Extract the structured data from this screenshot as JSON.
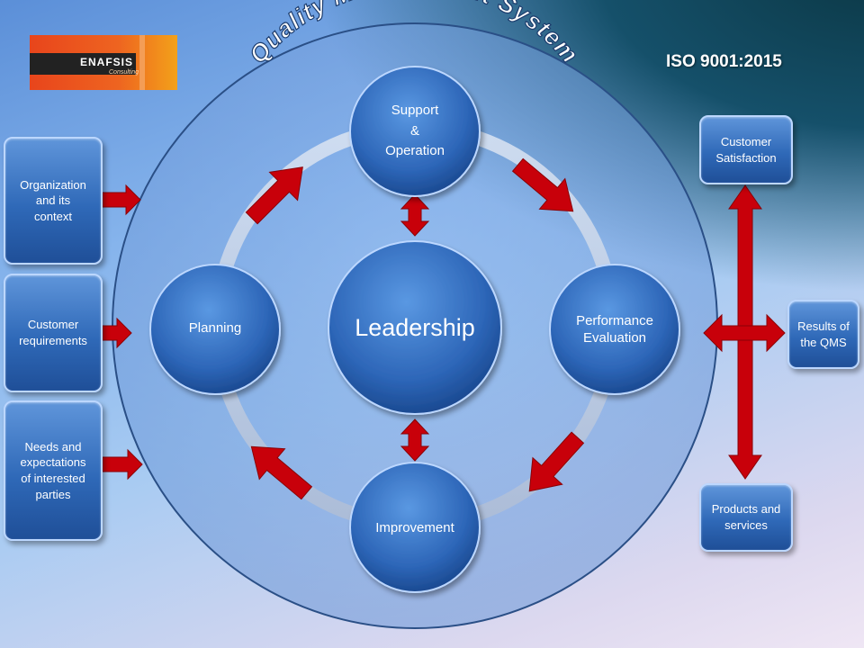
{
  "logo": {
    "name": "ENAFSIS",
    "sub": "Consulting"
  },
  "standard": "ISO 9001:2015",
  "title": "Quality Management System",
  "center": "Leadership",
  "cycle": {
    "support": [
      "Support",
      "&",
      "Operation"
    ],
    "performance": [
      "Performance",
      "Evaluation"
    ],
    "improvement": [
      "Improvement"
    ],
    "planning": [
      "Planning"
    ]
  },
  "inputs": [
    [
      "Organization",
      "and its",
      "context"
    ],
    [
      "Customer",
      "requirements"
    ],
    [
      "Needs and",
      "expectations",
      "of interested",
      "parties"
    ]
  ],
  "outputs": {
    "satisfaction": [
      "Customer",
      "Satisfaction"
    ],
    "results": [
      "Results of",
      "the QMS"
    ],
    "products": [
      "Products and",
      "services"
    ]
  },
  "colors": {
    "arrow": "#c8000a",
    "circle": "#2e6bbf",
    "box": "#2f69b8"
  }
}
